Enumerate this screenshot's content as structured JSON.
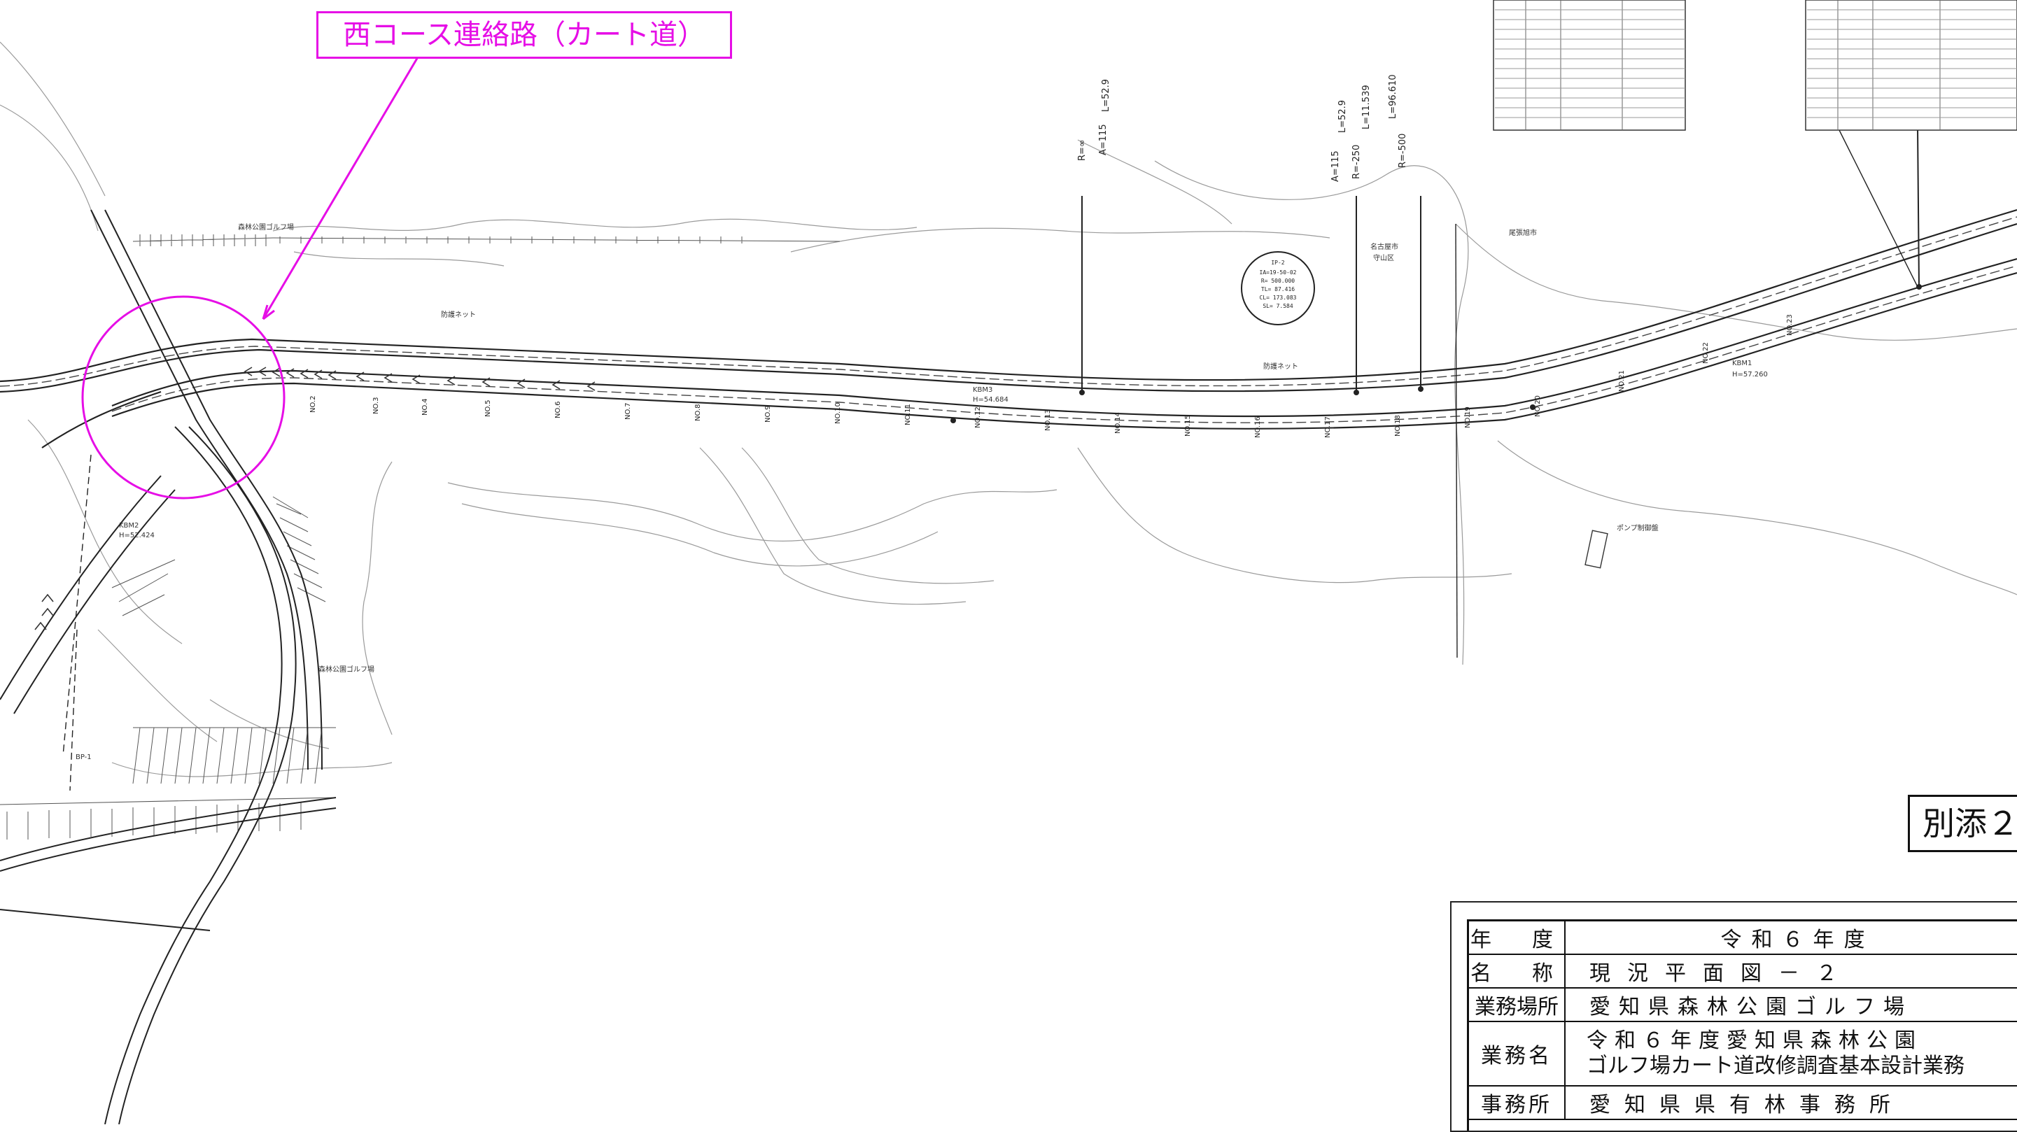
{
  "callout": {
    "label": "西コース連絡路（カート道）",
    "color": "#e60ee6"
  },
  "attachment": {
    "label": "別添２"
  },
  "title_block": {
    "rows": [
      {
        "key": "年　度",
        "value": "令和６年度"
      },
      {
        "key": "名　称",
        "value": "現況平面図－２"
      },
      {
        "key": "業務場所",
        "value": "愛知県森林公園ゴルフ場"
      },
      {
        "key": "業務名",
        "value_line1": "令和６年度愛知県森林公園",
        "value_line2": "ゴルフ場カート道改修調査基本設計業務"
      },
      {
        "key": "事務所",
        "value": "愛知県県有林事務所"
      }
    ]
  },
  "road_labels": {
    "curve_a": "R=∞",
    "curve_b": "A=115",
    "curve_c": "L=52.9",
    "curve_d": "A=115",
    "curve_e": "R=-250",
    "curve_f": "L=52.9",
    "curve_g": "L=11.539",
    "curve_h": "L=96.610",
    "curve_i": "R=-500",
    "ip_circle": [
      "IP-2",
      "IA=19-50-02",
      "R= 500.000",
      "TL= 87.416",
      "CL= 173.083",
      "SL= 7.584"
    ],
    "pump": "ポンプ制御盤",
    "golf1": "森林公園ゴルフ場",
    "golf2": "森林公園ゴルフ場",
    "city1": "名古屋市",
    "city2": "守山区",
    "city3": "尾張旭市",
    "net1": "防護ネット",
    "net2": "防護ネット",
    "bm1": "KBM1",
    "bm1_h": "H=57.260",
    "bm2": "KBM3",
    "bm2_h": "H=54.684",
    "bm3": "KBM2",
    "bm3_h": "H=52.424",
    "bp": "BP-1",
    "stations": [
      "NO.2",
      "NO.3",
      "NO.4",
      "NO.5",
      "NO.6",
      "NO.7",
      "NO.8",
      "NO.9",
      "NO.10",
      "NO.11",
      "NO.12",
      "NO.13",
      "NO.14",
      "NO.15",
      "NO.16",
      "NO.17",
      "NO.18",
      "NO.19",
      "NO.20",
      "NO.21",
      "NO.22",
      "NO.23"
    ]
  },
  "map_colors": {
    "linework": "#4a4a4a",
    "contour": "#8a8a8a",
    "road": "#222222",
    "callout": "#e60ee6"
  }
}
